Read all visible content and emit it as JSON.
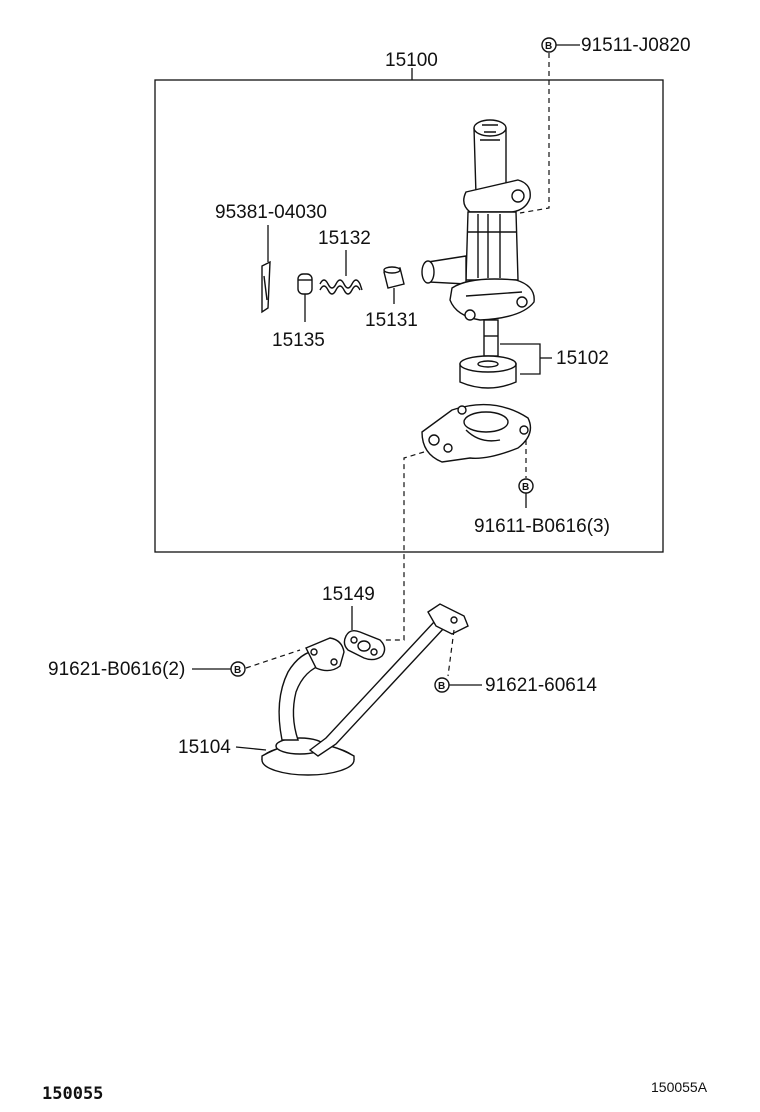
{
  "labels": {
    "assembly": "15100",
    "bolt_top": "91511-J0820",
    "cotter_pin": "95381-04030",
    "spring": "15132",
    "retainer": "15135",
    "relief_valve": "15131",
    "rotor_set": "15102",
    "cover_bolt": "91611-B0616(3)",
    "gasket": "15149",
    "strainer_bolt_left": "91621-B0616(2)",
    "strainer_bolt_right": "91621-60614",
    "strainer": "15104"
  },
  "bolt_mark": "B",
  "footer": {
    "left_code": "150055",
    "right_code": "150055A"
  }
}
